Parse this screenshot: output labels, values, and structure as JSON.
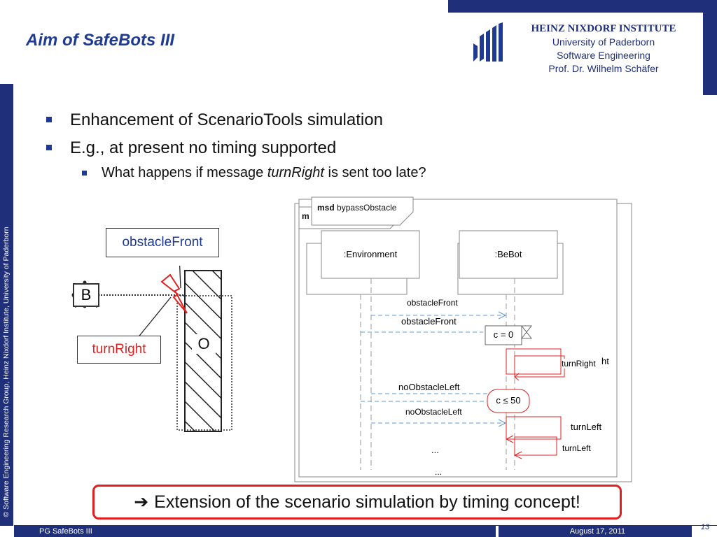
{
  "slide": {
    "title": "Aim of SafeBots III",
    "page_number": "13"
  },
  "institute": {
    "name": "HEINZ NIXDORF INSTITUTE",
    "university": "University of Paderborn",
    "department": "Software Engineering",
    "professor": "Prof. Dr. Wilhelm Schäfer"
  },
  "sidebar": {
    "copyright": "© Software Engineering Research Group, Heinz Nixdorf Institute, University of Paderborn"
  },
  "bullets": {
    "item1": "Enhancement of ScenarioTools simulation",
    "item2": "E.g., at present no timing supported",
    "sub1_before": "What happens if message ",
    "sub1_emph": "turnRight",
    "sub1_after": " is sent too late?"
  },
  "illustration": {
    "obstacle_label": "obstacleFront",
    "turn_label": "turnRight",
    "robot_letter": "B",
    "obstacle_letter": "O"
  },
  "diagram": {
    "back_tab_prefix": "m",
    "tab_keyword": "msd",
    "tab_name": "bypassObstacle",
    "lifeline_env": ":Environment",
    "lifeline_bebot": ":BeBot",
    "msg_obstacle_front_1": "obstacleFront",
    "msg_obstacle_front_2": "obstacleFront",
    "clock_reset": "c = 0",
    "msg_turn_right": "turnRight",
    "msg_turn_right_back": "ht",
    "msg_no_obstacle_left_1": "noObstacleLeft",
    "clock_condition": "c ≤ 50",
    "msg_no_obstacle_left_2": "noObstacleLeft",
    "msg_turn_left_1": "turnLeft",
    "msg_turn_left_2": "turnLeft",
    "ellipsis_1": "...",
    "ellipsis_2": "..."
  },
  "conclusion": {
    "arrow": "➔",
    "text": "Extension of the scenario simulation by timing concept!"
  },
  "footer": {
    "left": "PG SafeBots III",
    "date": "August 17, 2011"
  },
  "colors": {
    "brand_navy": "#1f2f7a",
    "title_blue": "#1f3a93",
    "accent_red": "#e02020",
    "message_blue": "#5b9bd5"
  }
}
